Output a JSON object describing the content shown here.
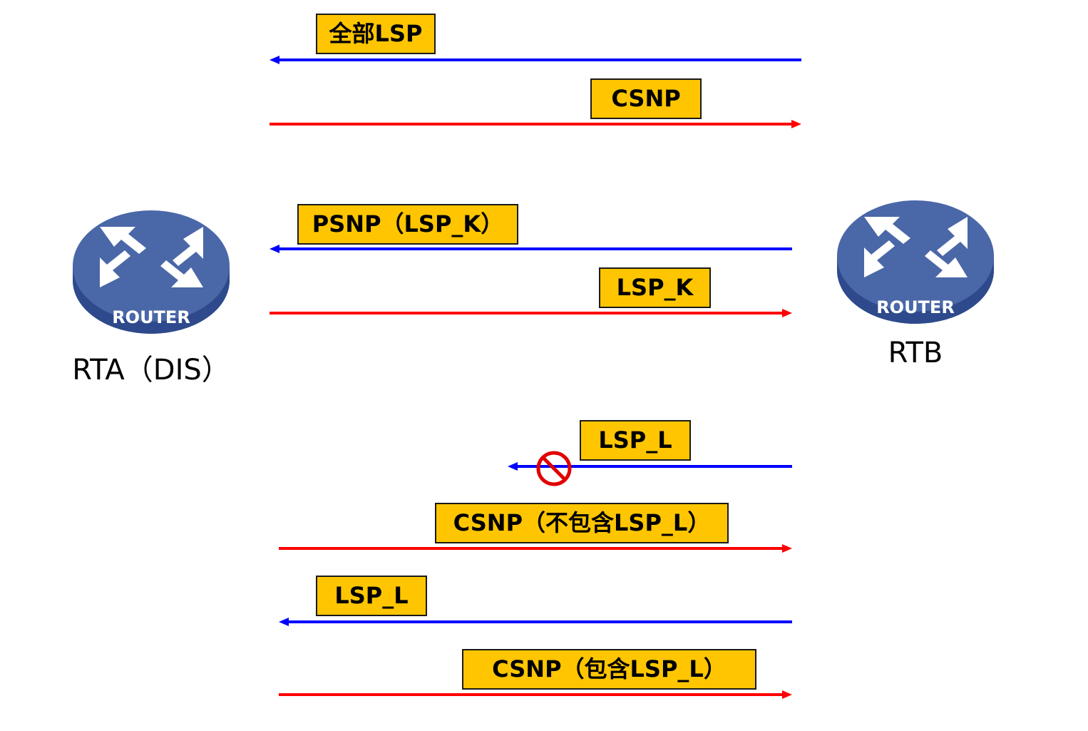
{
  "colors": {
    "to_rta": "#0000FF",
    "to_rtb": "#FF0000",
    "label_fill": "#FFC600",
    "router_top": "#4A67A8",
    "router_side": "#2E4A8C",
    "forbid": "#E00000"
  },
  "routers": {
    "rta": {
      "icon_text": "ROUTER",
      "name": "RTA（DIS）"
    },
    "rtb": {
      "icon_text": "ROUTER",
      "name": "RTB"
    }
  },
  "messages": [
    {
      "label": "全部LSP",
      "direction": "RTB→RTA"
    },
    {
      "label": "CSNP",
      "direction": "RTA→RTB"
    },
    {
      "label": "PSNP（LSP_K）",
      "direction": "RTB→RTA"
    },
    {
      "label": "LSP_K",
      "direction": "RTA→RTB"
    },
    {
      "label": "LSP_L",
      "direction": "RTB→RTA",
      "blocked": true
    },
    {
      "label": "CSNP（不包含LSP_L）",
      "direction": "RTA→RTB"
    },
    {
      "label": "LSP_L",
      "direction": "RTB→RTA"
    },
    {
      "label": "CSNP（包含LSP_L）",
      "direction": "RTA→RTB"
    }
  ],
  "icons": {
    "blocked": "no-entry-icon",
    "router": "router-icon"
  }
}
